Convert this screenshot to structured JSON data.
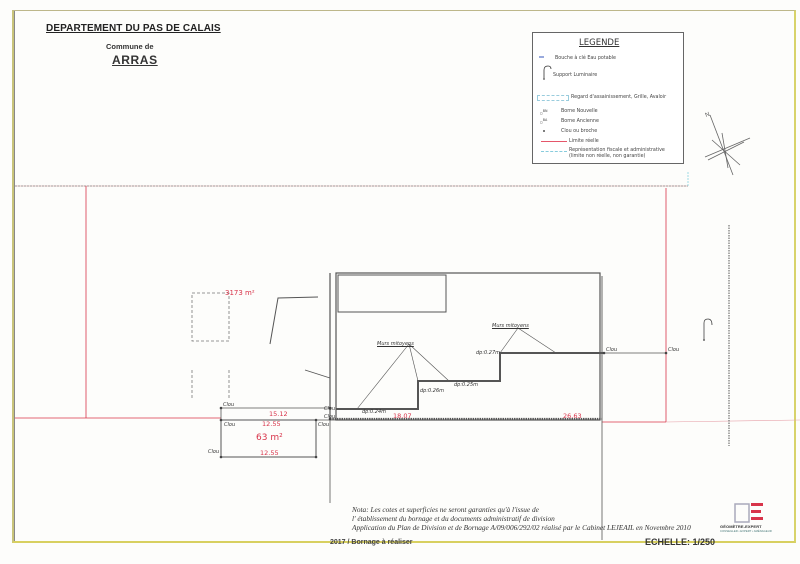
{
  "header": {
    "department": "DEPARTEMENT  DU  PAS DE CALAIS",
    "commune_label": "Commune de",
    "city": "ARRAS"
  },
  "legend": {
    "title": "LEGENDE",
    "items": [
      {
        "symbol": "water-valve",
        "label": "Bouche à clé Eau potable"
      },
      {
        "symbol": "lamp-post",
        "label": "Support Luminaire"
      },
      {
        "symbol": "drain-grate",
        "label": "Regard d'assainissement, Grille, Avaloir"
      },
      {
        "symbol": "BN",
        "label": "Borne Nouvelle"
      },
      {
        "symbol": "BA",
        "label": "Borne Ancienne"
      },
      {
        "symbol": "nail",
        "label": "Clou ou broche"
      },
      {
        "symbol": "red-line",
        "label": "Limite réelle"
      },
      {
        "symbol": "cyan-dashed-line",
        "label": "Représentation fiscale et administrative"
      },
      {
        "symbol": "",
        "label": "(limite non réelle, non garantie)"
      }
    ]
  },
  "plan": {
    "area_main": "3173 m²",
    "area_small": "63 m²",
    "dims": {
      "top_small": "15.12",
      "mid_small": "12.55",
      "bottom_small": "12.55",
      "front": "18.07",
      "front_right": "26.63"
    },
    "labels": {
      "clou": "Clou",
      "murs_mitoyens": "Murs mitoyens",
      "dp_024": "dp:0.24m",
      "dp_026": "dp:0.26m",
      "dp_025": "dp:0.25m",
      "dp_027": "dp:0.27m"
    }
  },
  "note": {
    "line1": "Nota: Les cotes et superficies ne seront garanties qu'à l'issue de",
    "line2": "l' établissement du bornage et du documents administratif de division",
    "line3": "Application du Plan de Division et de Bornage A/09/006/292/02 réalisé par le Cabinet LEJEAIL en Novembre 2010"
  },
  "footer": {
    "left": "2017 / Bornage à réaliser",
    "scale": "ECHELLE: 1/250"
  },
  "logo": {
    "text": "GÉOMÈTRE-EXPERT",
    "subtext": "CONSEILLER • EXPERT • AMÉNAGEUR"
  },
  "colors": {
    "limit_red": "#d8344a",
    "fiscal_cyan": "#5fc0c8",
    "line_dark": "#555555",
    "frame_yellow": "#d8d36a"
  }
}
